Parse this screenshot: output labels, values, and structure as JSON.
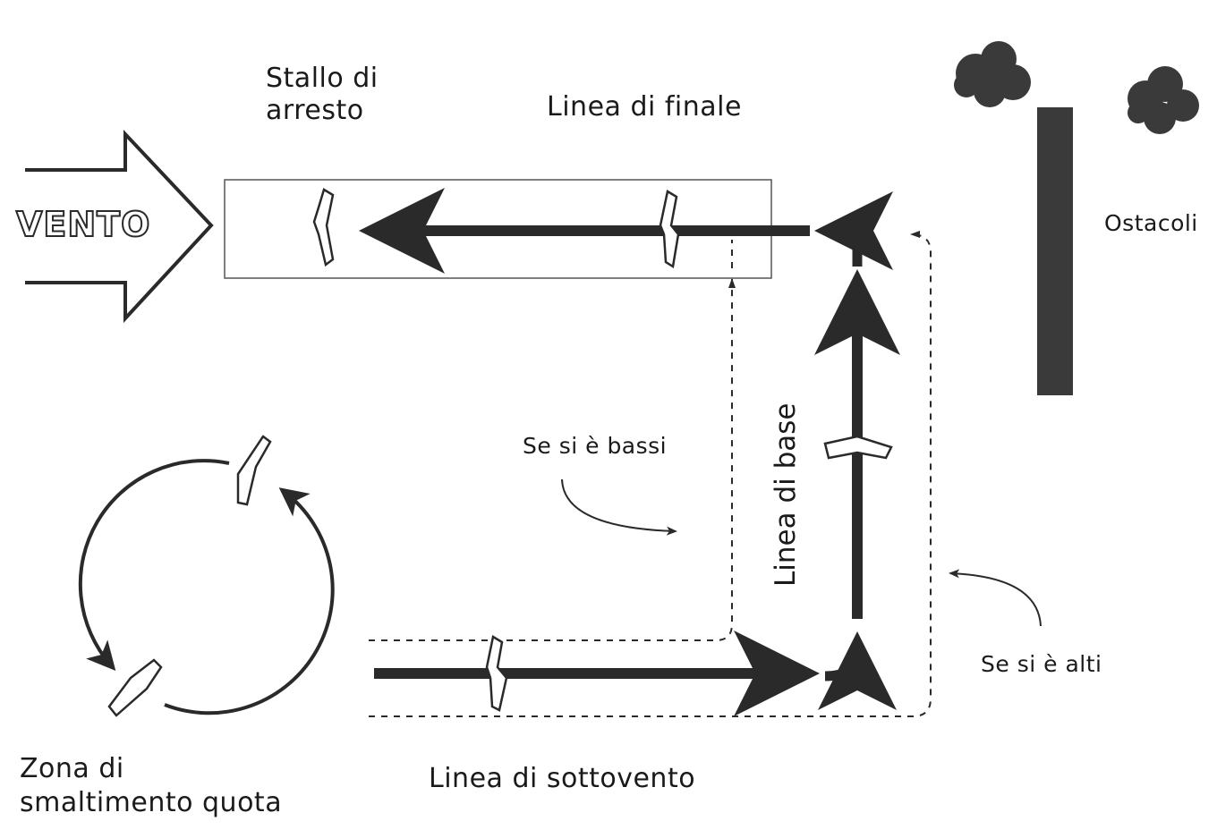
{
  "wind": {
    "label": "VENTO"
  },
  "labels": {
    "stall_line1": "Stallo di",
    "stall_line2": "arresto",
    "final": "Linea di finale",
    "obstacles": "Ostacoli",
    "base": "Linea di base",
    "if_low": "Se si è bassi",
    "if_high": "Se si è alti",
    "altitude_zone_line1": "Zona di",
    "altitude_zone_line2": "smaltimento quota",
    "downwind": "Linea di sottovento"
  },
  "colors": {
    "ink": "#2a2a2a",
    "obstacle": "#3a3a3a",
    "background": "#ffffff"
  }
}
